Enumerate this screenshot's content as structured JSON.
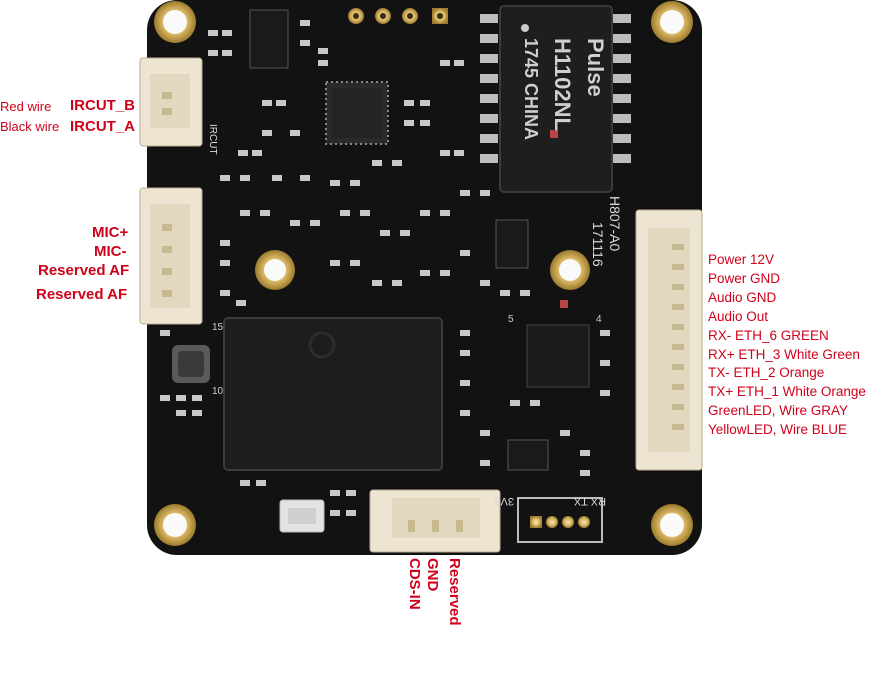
{
  "left_labels": {
    "red_wire": "Red wire",
    "black_wire": "Black wire",
    "ircut_b": "IRCUT_B",
    "ircut_a": "IRCUT_A",
    "mic_plus": "MIC+",
    "mic_minus": "MIC-",
    "reserved_af_1": "Reserved AF",
    "reserved_af_2": "Reserved AF"
  },
  "right_labels": [
    "Power 12V",
    "Power GND",
    "Audio GND",
    "Audio Out",
    "RX-  ETH_6 GREEN",
    "RX+ ETH_3 White Green",
    "TX-  ETH_2 Orange",
    "TX+ ETH_1 White Orange",
    "GreenLED, Wire GRAY",
    "YellowLED, Wire BLUE"
  ],
  "bottom_labels": {
    "reserved": "Reserved",
    "gnd": "GND",
    "cds_in": "CDS-IN"
  },
  "board_text": {
    "transformer_brand": "Pulse",
    "transformer_model": "H1102NL",
    "transformer_date": "1745 CHINA",
    "board_model": "H807-A0",
    "board_date": "171116",
    "ircut_silk": "IRCUT",
    "v33_silk": "3V3",
    "rxtx_silk": "RX TX",
    "num_15": "15",
    "num_10": "10",
    "num_5": "5",
    "num_4": "4"
  },
  "colors": {
    "board": "#121212",
    "label_red": "#d0021b",
    "connector": "#ede4d2",
    "gold": "#c9a54a"
  }
}
